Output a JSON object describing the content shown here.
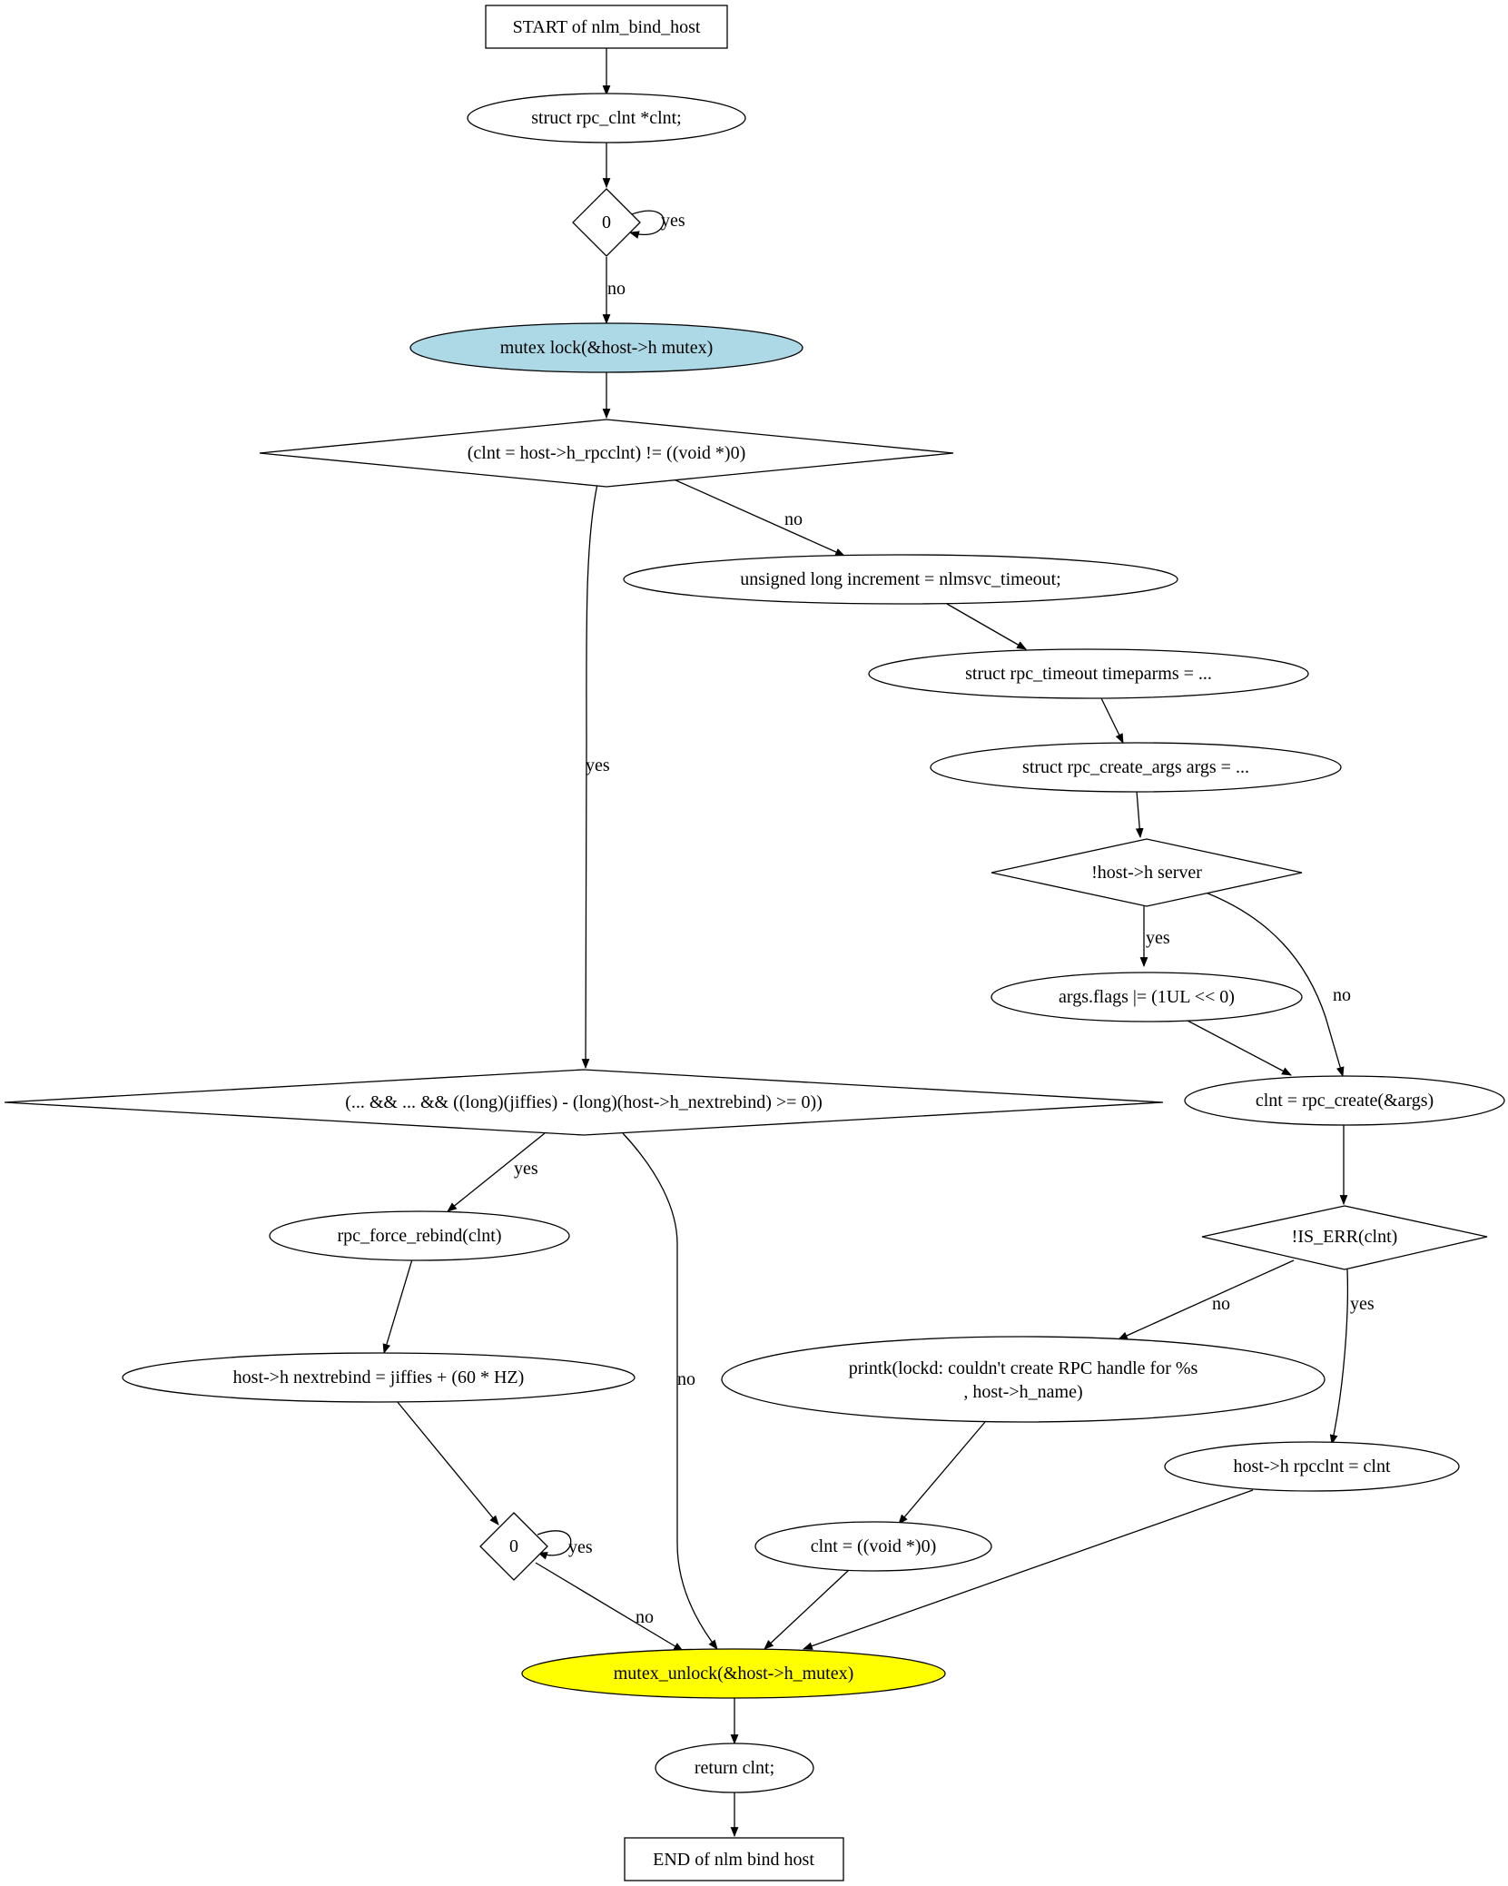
{
  "colors": {
    "start_end_fill": "#ffffff",
    "default_fill": "#ffffff",
    "lock_fill": "#add8e6",
    "unlock_fill": "#ffff00",
    "stroke": "#000000"
  },
  "nodes": {
    "start": "START of nlm_bind_host",
    "decl_clnt": "struct rpc_clnt  *clnt;",
    "cond_zero_top": "0",
    "mutex_lock": "mutex  lock(&host->h  mutex)",
    "cond_rpcclnt": "(clnt = host->h_rpcclnt) != ((void *)0)",
    "increment": "unsigned long increment = nlmsvc_timeout;",
    "timeparms": "struct rpc_timeout timeparms =  ...",
    "create_args": "struct rpc_create_args args =  ...",
    "cond_server": "!host->h  server",
    "args_flags": "args.flags |= (1UL << 0)",
    "rpc_create": "clnt = rpc_create(&args)",
    "cond_is_err": "!IS_ERR(clnt)",
    "printk_line1": "printk(lockd: couldn't create RPC handle for %s",
    "printk_line2": ", host->h_name)",
    "clnt_null": "clnt = ((void *)0)",
    "assign_rpcclnt": "host->h  rpcclnt = clnt",
    "cond_rebind": "(... && ... && ((long)(jiffies) - (long)(host->h_nextrebind) >= 0))",
    "force_rebind": "rpc_force_rebind(clnt)",
    "nextrebind": "host->h  nextrebind = jiffies + (60 * HZ)",
    "cond_zero_bottom": "0",
    "mutex_unlock": "mutex_unlock(&host->h_mutex)",
    "return_clnt": "return clnt;",
    "end": "END of nlm  bind  host"
  },
  "edge_labels": {
    "zero_top_yes": "yes",
    "zero_top_no": "no",
    "rpcclnt_no": "no",
    "rpcclnt_yes": "yes",
    "server_yes": "yes",
    "server_no": "no",
    "is_err_no": "no",
    "is_err_yes": "yes",
    "rebind_yes": "yes",
    "rebind_no": "no",
    "zero_bottom_yes": "yes",
    "zero_bottom_no": "no"
  }
}
